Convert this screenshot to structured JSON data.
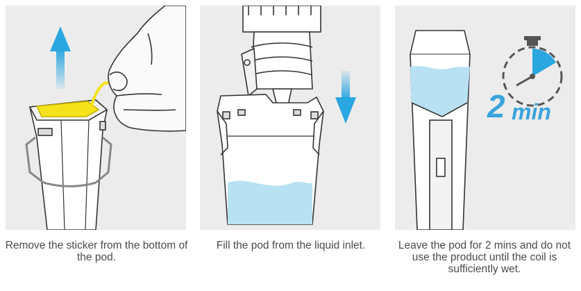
{
  "steps": [
    {
      "caption": "Remove the sticker from the bottom of the pod."
    },
    {
      "caption": "Fill the pod from the liquid inlet."
    },
    {
      "caption": "Leave the pod for 2 mins and do not use the product until the coil is sufficiently wet."
    }
  ],
  "timer": {
    "number": "2",
    "unit": "min"
  },
  "colors": {
    "panel_bg": "#ececec",
    "arrow_blue": "#2aa6e0",
    "liquid": "#b8e2f4",
    "sticker": "#f6e21a",
    "outline": "#333333"
  }
}
